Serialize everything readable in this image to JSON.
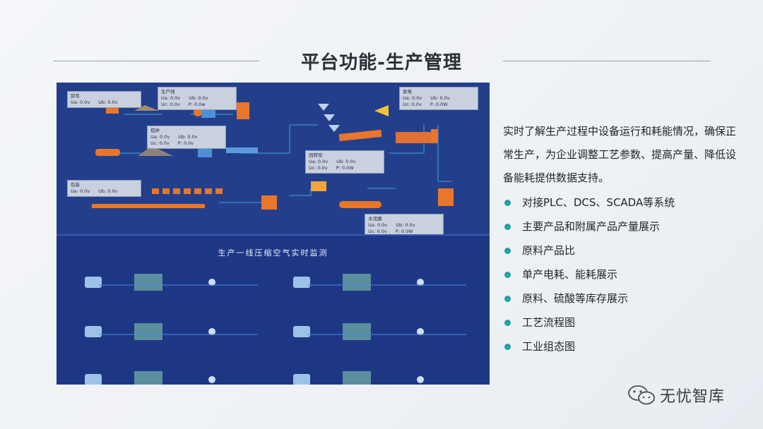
{
  "slide": {
    "title": "平台功能-生产管理"
  },
  "screenshot": {
    "monitor_title": "生产一线压缩空气实时监测",
    "info_boxes": [
      {
        "name": "卸车",
        "rows": [
          [
            "Ua: 0.0v",
            "Ub: 0.0v"
          ]
        ]
      },
      {
        "name": "生产线",
        "rows": [
          [
            "Ua: 0.0v",
            "Ub: 0.0v"
          ],
          [
            "Uc: 0.0v",
            "P: 0.0w"
          ]
        ]
      },
      {
        "name": "发电",
        "rows": [
          [
            "Ua: 0.0v",
            "Ub: 0.0v"
          ],
          [
            "Uc: 0.0v",
            "P: 0.0W"
          ]
        ]
      },
      {
        "name": "搅拌",
        "rows": [
          [
            "Ua: 0.0v",
            "Ub: 0.0v"
          ],
          [
            "Uc: 0.0v",
            "P: 0.0v"
          ]
        ]
      },
      {
        "name": "回转窑",
        "rows": [
          [
            "Ua: 0.0v",
            "Ub: 0.0v"
          ],
          [
            "Uc: 0.0v",
            "P: 0.0W"
          ]
        ]
      },
      {
        "name": "包装",
        "rows": [
          [
            "Ua: 0.0v",
            "Ub: 0.0v"
          ]
        ]
      },
      {
        "name": "水泥磨",
        "rows": [
          [
            "Ua: 0.0v",
            "Ub: 0.0v"
          ],
          [
            "Uc: 0.0v",
            "P: 0.0W"
          ]
        ]
      }
    ]
  },
  "content": {
    "description": "实时了解生产过程中设备运行和耗能情况，确保正常生产，为企业调整工艺参数、提高产量、降低设备能耗提供数据支持。",
    "bullets": [
      "对接PLC、DCS、SCADA等系统",
      "主要产品和附属产品产量展示",
      "原料产品比",
      "单产电耗、能耗展示",
      "原料、硫酸等库存展示",
      "工艺流程图",
      "工业组态图"
    ]
  },
  "brand": {
    "name": "无忧智库"
  },
  "colors": {
    "accent": "#1aa4a6",
    "panel_bg": "#1f3a88"
  }
}
